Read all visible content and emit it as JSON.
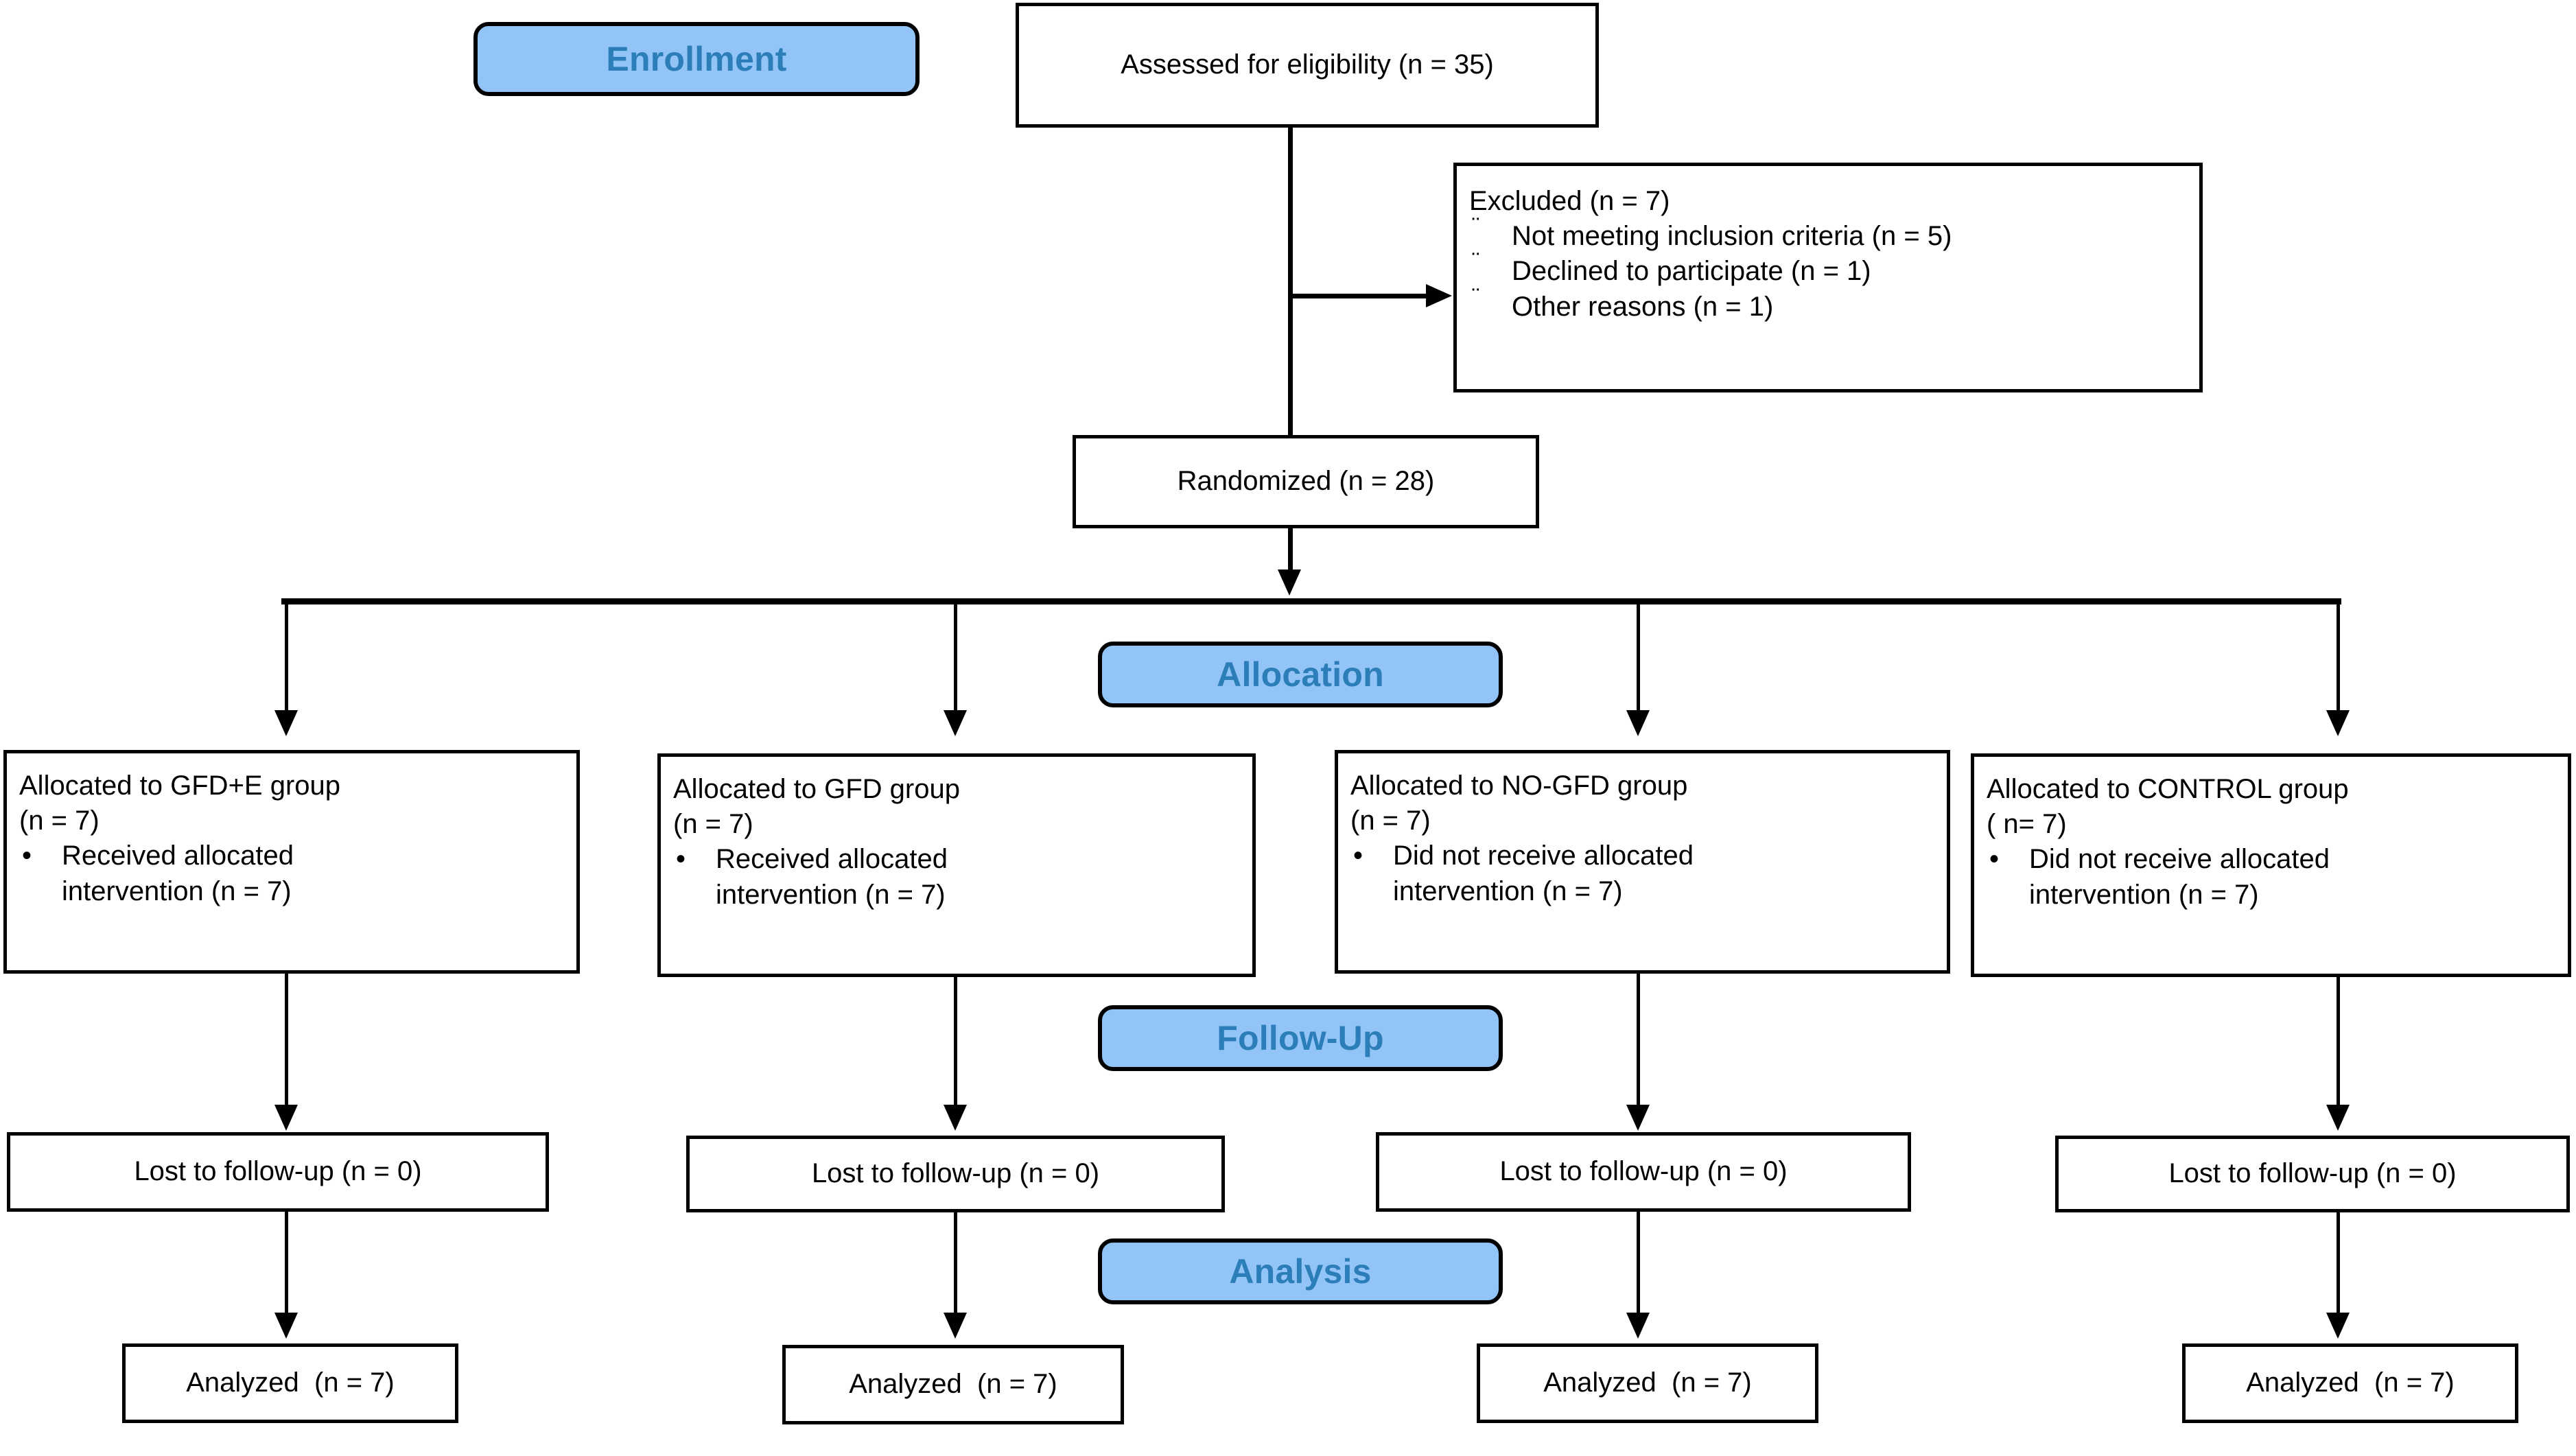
{
  "diagram": {
    "title": "CONSORT participant flow diagram",
    "accent_color": "#93C4F8",
    "accent_text_color": "#2B7EB8",
    "line_color": "#000000"
  },
  "stages": {
    "enrollment": "Enrollment",
    "allocation": "Allocation",
    "followup": "Follow-Up",
    "analysis": "Analysis"
  },
  "enrollment": {
    "assessed": "Assessed for eligibility (n = 35)",
    "excluded_title": "Excluded  (n = 7)",
    "excluded_reasons": [
      "Not meeting inclusion criteria (n = 5)",
      "Declined to participate (n = 1)",
      "Other reasons (n = 1)"
    ],
    "excluded_bullet": "¨",
    "randomized": "Randomized (n = 28)"
  },
  "allocation": {
    "bullet": "•",
    "arms": [
      {
        "title": "Allocated to GFD+E group",
        "count": "(n = 7)",
        "detail_line1": "Received allocated",
        "detail_line2": "intervention (n = 7)"
      },
      {
        "title": "Allocated to GFD group",
        "count": "(n = 7)",
        "detail_line1": "Received allocated",
        "detail_line2": "intervention (n = 7)"
      },
      {
        "title": "Allocated to NO-GFD group",
        "count": "(n = 7)",
        "detail_line1": "Did not receive allocated",
        "detail_line2": "intervention (n = 7)"
      },
      {
        "title": "Allocated to CONTROL group",
        "count": "( n= 7)",
        "detail_line1": "Did not receive allocated",
        "detail_line2": "intervention (n = 7)"
      }
    ]
  },
  "followup": {
    "arms": [
      {
        "text": "Lost to follow-up (n = 0)"
      },
      {
        "text": "Lost to follow-up (n = 0)"
      },
      {
        "text": "Lost to follow-up (n = 0)"
      },
      {
        "text": "Lost to follow-up (n = 0)"
      }
    ]
  },
  "analysis": {
    "arms": [
      {
        "text": "Analyzed  (n = 7)"
      },
      {
        "text": "Analyzed  (n = 7)"
      },
      {
        "text": "Analyzed  (n = 7)"
      },
      {
        "text": "Analyzed  (n = 7)"
      }
    ]
  }
}
